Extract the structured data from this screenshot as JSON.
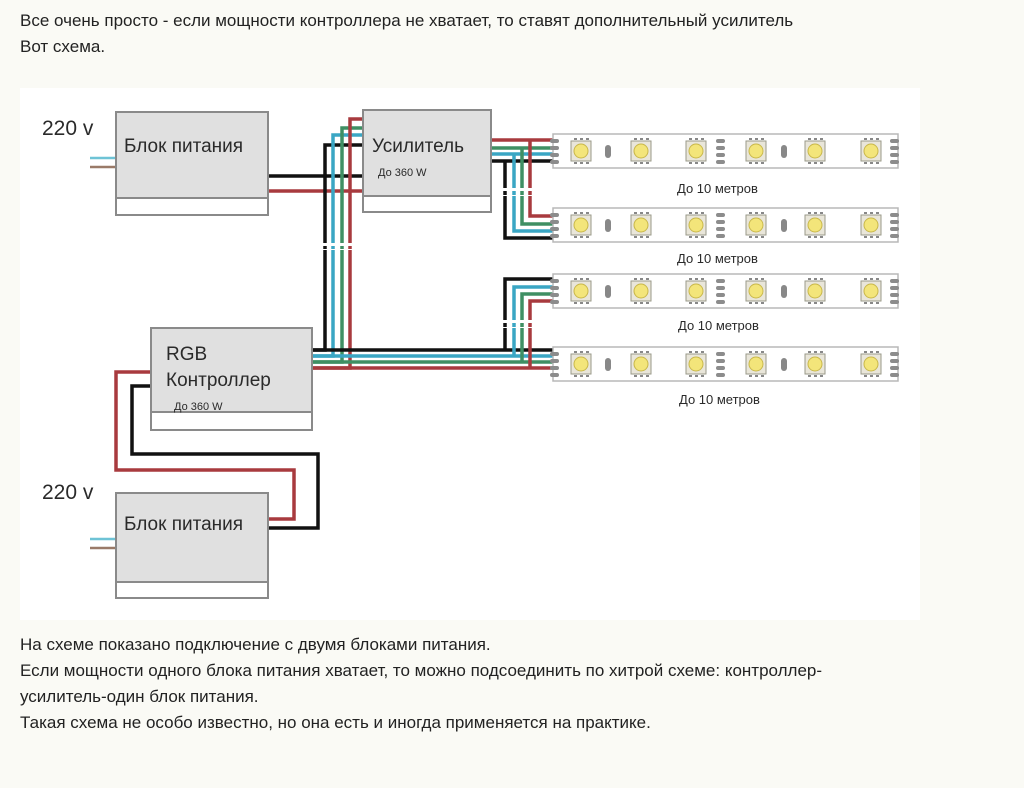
{
  "intro": {
    "lines": [
      "Все очень просто - если мощности контроллера не хватает, то ставят дополнительный усилитель",
      "Вот схема."
    ]
  },
  "diagram": {
    "colors": {
      "box_fill": "#e0e0e0",
      "box_border": "#8a8a8a",
      "wire_black": "#111111",
      "wire_red": "#a83a3e",
      "wire_green": "#3f8f63",
      "wire_blue": "#3aa6c4",
      "mains_blue": "#6ec3d6",
      "mains_brown": "#9a7a68",
      "strip_fill": "#ffffff",
      "strip_border": "#b8b8b8",
      "led_yellow": "#f3e57a",
      "led_body": "#e9e6da",
      "pad_gray": "#8c8c8c"
    },
    "psu_top": {
      "voltage": "220 v",
      "label": "Блок питания"
    },
    "psu_bottom": {
      "voltage": "220 v",
      "label": "Блок питания"
    },
    "amplifier": {
      "label": "Усилитель",
      "power": "До 360 W"
    },
    "controller": {
      "label_line1": "RGB",
      "label_line2": "Контроллер",
      "power": "До 360 W"
    },
    "strips": [
      {
        "label": "До 10 метров"
      },
      {
        "label": "До 10 метров"
      },
      {
        "label": "До 10 метров"
      },
      {
        "label": "До 10 метров"
      }
    ]
  },
  "outro": {
    "lines": [
      "На схеме показано подключение с двумя блоками питания.",
      "Если мощности одного блока питания хватает, то можно подсоединить по хитрой схеме: контроллер-",
      "усилитель-один блок питания.",
      "Такая схема не особо известно, но она есть и иногда применяется на практике."
    ]
  }
}
